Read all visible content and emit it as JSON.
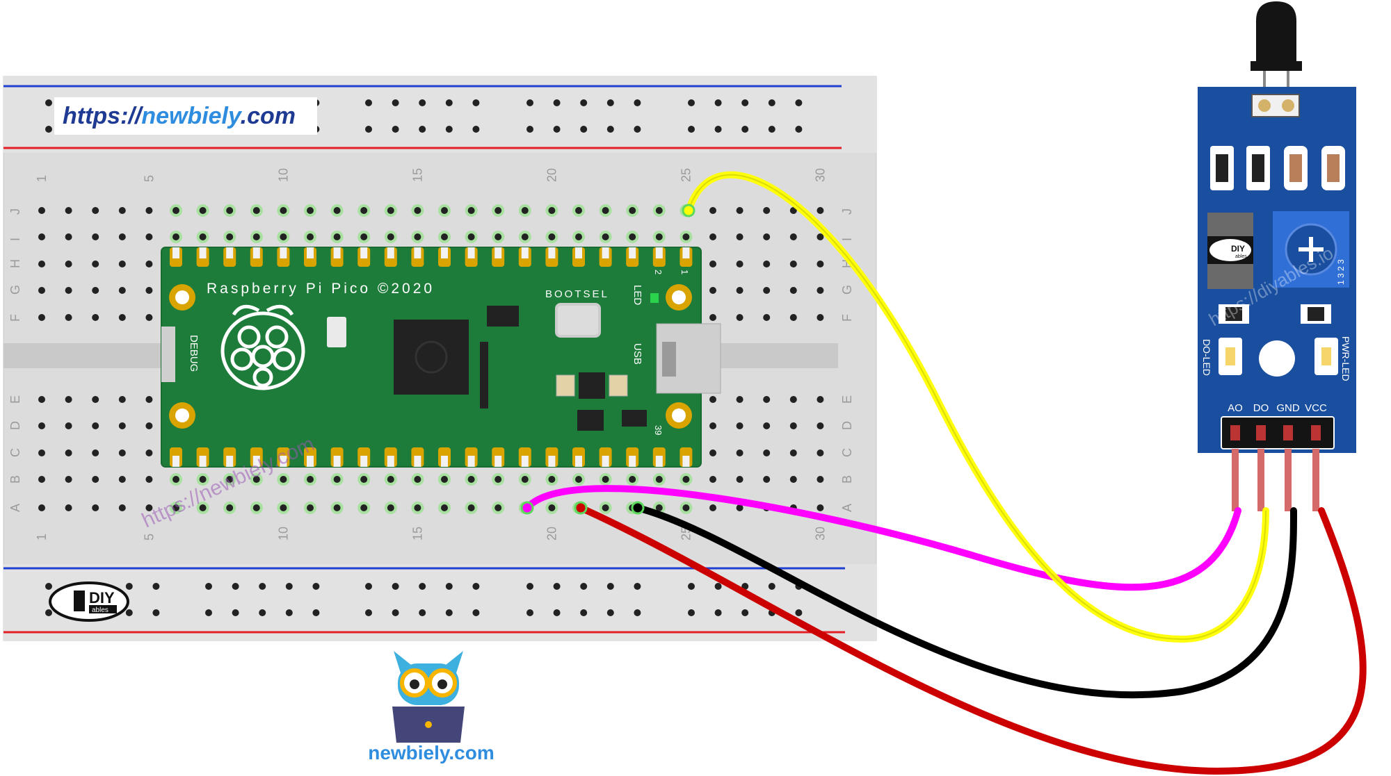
{
  "watermarks": {
    "site_prefix": "https://",
    "site_brand": "newbiely",
    "site_suffix": ".com",
    "footer_url": "newbiely.com",
    "diagonal_newbiely": "https://newbiely.com",
    "diagonal_diyables": "https://diyables.io"
  },
  "breadboard": {
    "column_numbers": [
      "1",
      "5",
      "10",
      "15",
      "20",
      "25",
      "30"
    ],
    "row_letters_top": [
      "J",
      "I",
      "H",
      "G",
      "F"
    ],
    "row_letters_bottom": [
      "E",
      "D",
      "C",
      "B",
      "A"
    ],
    "logo_text": "DIY",
    "logo_subtext": "ables"
  },
  "pico": {
    "title": "Raspberry Pi Pico ©2020",
    "bootsel_label": "BOOTSEL",
    "led_label": "LED",
    "usb_label": "USB",
    "debug_label": "DEBUG",
    "pin_1": "1",
    "pin_2": "2",
    "pin_39": "39"
  },
  "sensor": {
    "pins": [
      "AO",
      "DO",
      "GND",
      "VCC"
    ],
    "do_led_label": "DO-LED",
    "pwr_led_label": "PWR-LED",
    "chip_logo": "DIY",
    "chip_logo_sub": "ables",
    "pot_digits": "1 3 2 3"
  },
  "colors": {
    "wire_ao": "#ff00ff",
    "wire_do": "#ffff00",
    "wire_gnd": "#000000",
    "wire_vcc": "#cc0000",
    "board_green": "#1e7c3a",
    "sensor_blue": "#1a4fa0",
    "rail_red": "#e41e26",
    "rail_blue": "#1f3fd0"
  }
}
